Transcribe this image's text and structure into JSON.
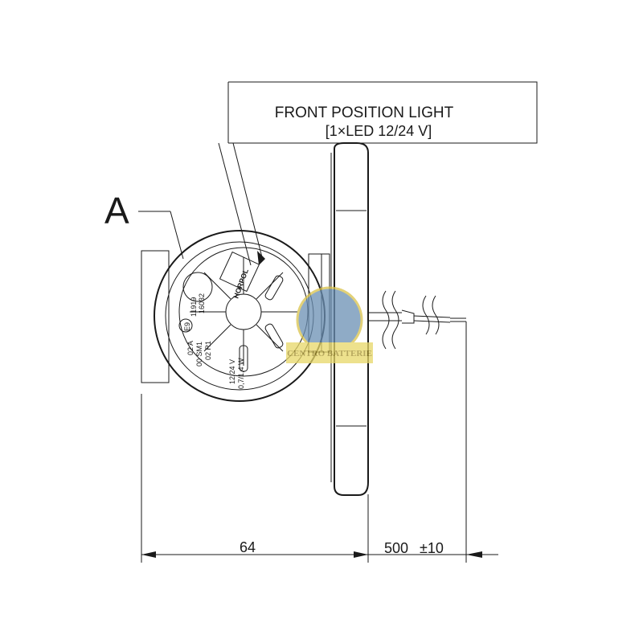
{
  "callout": {
    "title": "FRONT POSITION LIGHT",
    "subtitle": "[1×LED 12/24 V]"
  },
  "marker_label": "A",
  "lens_text": {
    "brand": "HORPOL",
    "approval_mark": "E9",
    "approval_number_1": "11919",
    "approval_number_2": "16032",
    "code_1": "02 A",
    "code_2": "00 SM1",
    "code_3": "02 R1",
    "voltage": "12/24 V",
    "power": "0,7/1,4 W"
  },
  "dimensions": {
    "width": "64",
    "cable_length": "500",
    "cable_tolerance": "±10"
  },
  "watermark": {
    "text": "CENTRO BATTERIE",
    "colors": {
      "gold": "#d9c24a",
      "globe": "#6a8fb3"
    }
  }
}
